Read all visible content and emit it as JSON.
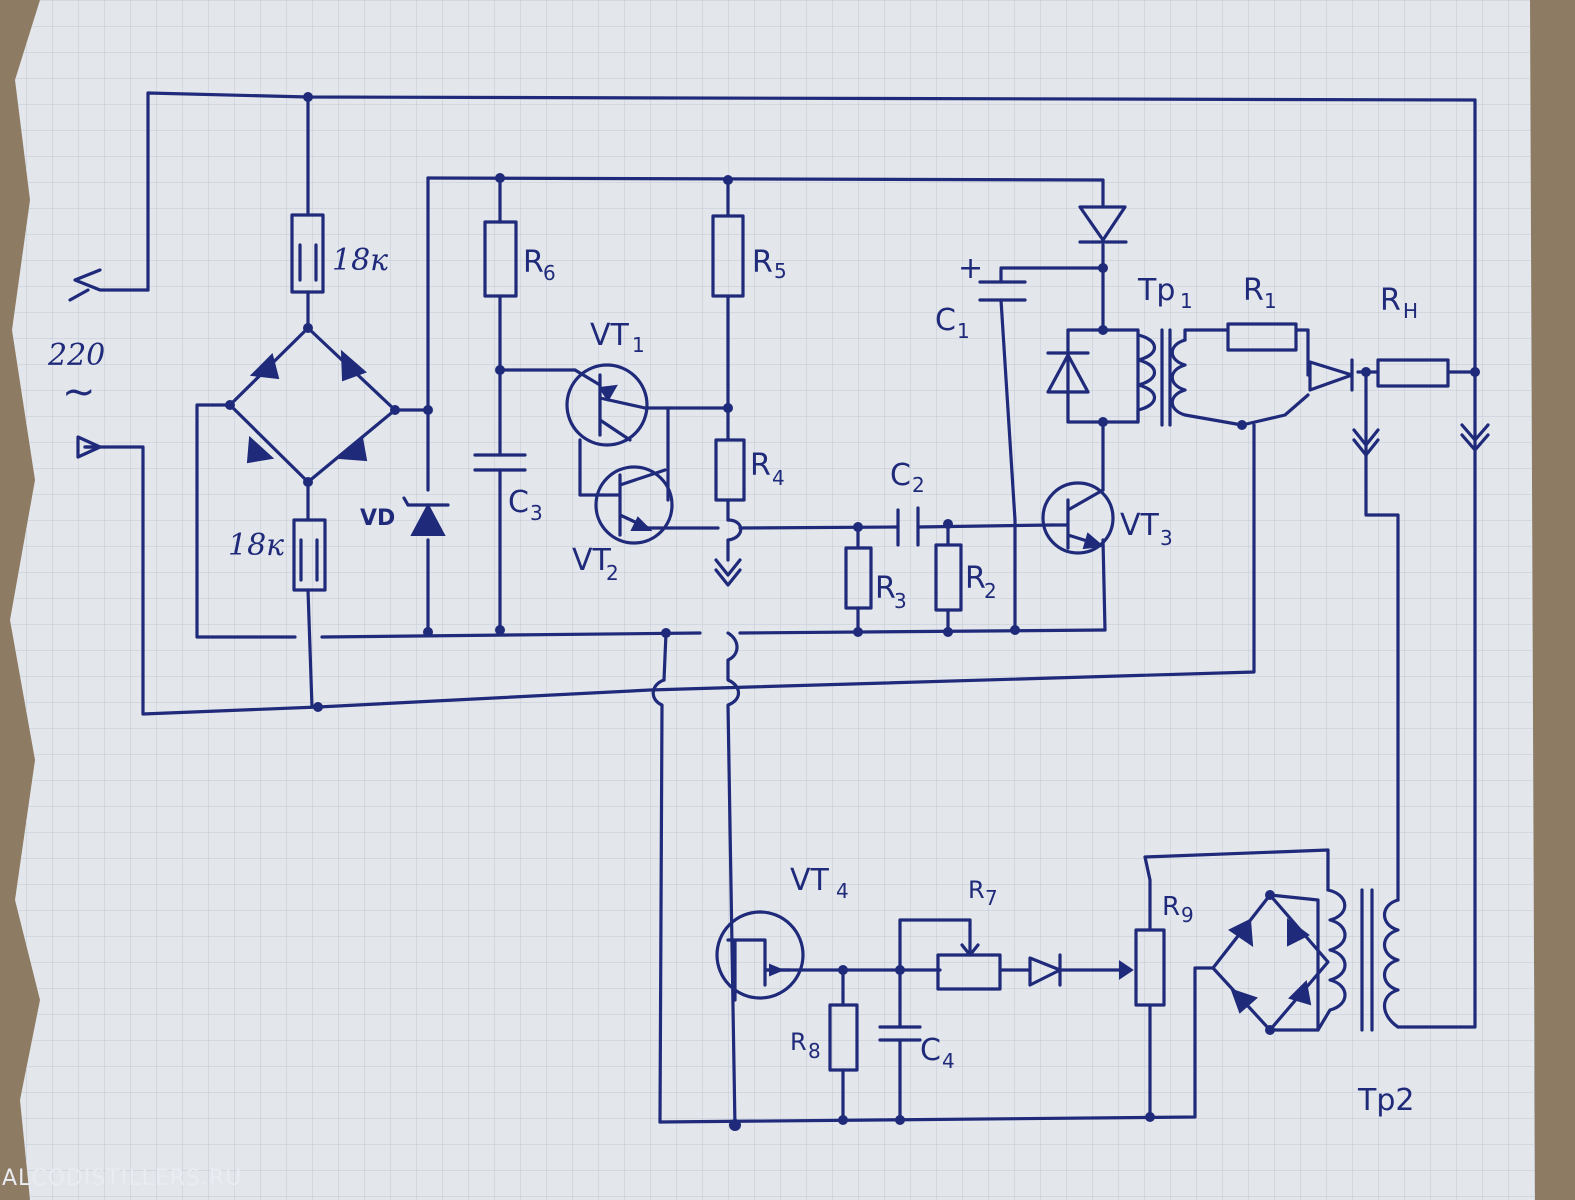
{
  "supply": {
    "voltage": "220",
    "symbol": "~"
  },
  "resistor_value": "18к",
  "labels": {
    "vd": "VD",
    "r6": "R",
    "r6_sub": "6",
    "r5": "R",
    "r5_sub": "5",
    "r4": "R",
    "r4_sub": "4",
    "r3": "R",
    "r3_sub": "3",
    "r2": "R",
    "r2_sub": "2",
    "r1": "R",
    "r1_sub": "1",
    "rh": "R",
    "rh_sub": "Н",
    "r7": "R",
    "r7_sub": "7",
    "r8": "R",
    "r8_sub": "8",
    "r9": "R",
    "r9_sub": "9",
    "c1": "C",
    "c1_sub": "1",
    "c2": "C",
    "c2_sub": "2",
    "c3": "C",
    "c3_sub": "3",
    "c4": "C",
    "c4_sub": "4",
    "vt1": "VT",
    "vt1_sub": "1",
    "vt2": "VT",
    "vt2_sub": "2",
    "vt3": "VT",
    "vt3_sub": "3",
    "vt4": "VT",
    "vt4_sub": "4",
    "tp1": "Тр",
    "tp1_sub": "1",
    "tp2": "Тр2",
    "plus": "+"
  },
  "watermark": "ALCODISTILLERS.RU",
  "colors": {
    "ink": "#1f2a7a",
    "paper": "#e3e6eb",
    "grid": "#c3cad6",
    "background": "#8d7b63"
  }
}
